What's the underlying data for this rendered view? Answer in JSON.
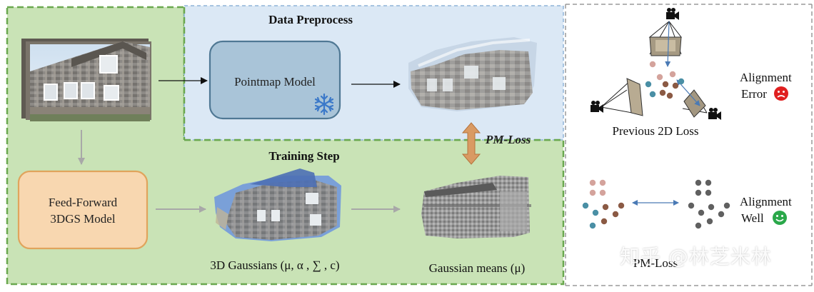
{
  "sections": {
    "data_preprocess": "Data Preprocess",
    "training_step": "Training Step"
  },
  "nodes": {
    "pointmap_model": "Pointmap Model",
    "feed_forward_line1": "Feed-Forward",
    "feed_forward_line2": "3DGS Model"
  },
  "labels": {
    "gaussians": "3D Gaussians  (μ, α , ∑ , c)",
    "gaussian_means": "Gaussian means  (μ)",
    "pm_loss_main": "PM-Loss",
    "previous_2d_loss": "Previous 2D Loss",
    "pm_loss_right": "PM-Loss",
    "alignment_error_line1": "Alignment",
    "alignment_error_line2": "Error",
    "alignment_well_line1": "Alignment",
    "alignment_well_line2": "Well"
  },
  "icons": {
    "frozen": "snowflake-icon",
    "camera": "video-camera-icon",
    "sad": "sad-face-icon",
    "happy": "happy-face-icon"
  },
  "watermark": "知乎 @林芝米林",
  "colors": {
    "training_bg": "#c9e3b6",
    "training_border": "#6aa84f",
    "preprocess_bg": "#dbe8f5",
    "preprocess_border": "#8fb4d8",
    "pointmap_fill": "#a9c4d8",
    "pointmap_border": "#4f7894",
    "feedforward_fill": "#f8d7b0",
    "feedforward_border": "#e0a45c",
    "pm_arrow": "#d99a63",
    "point_pink": "#d4a39c",
    "point_teal": "#4a8fa5",
    "point_brown": "#8b5a44",
    "point_gray": "#606060",
    "alignment_arrow": "#4a7ab5",
    "sad_face": "#e02020",
    "happy_face": "#2aa84a"
  }
}
